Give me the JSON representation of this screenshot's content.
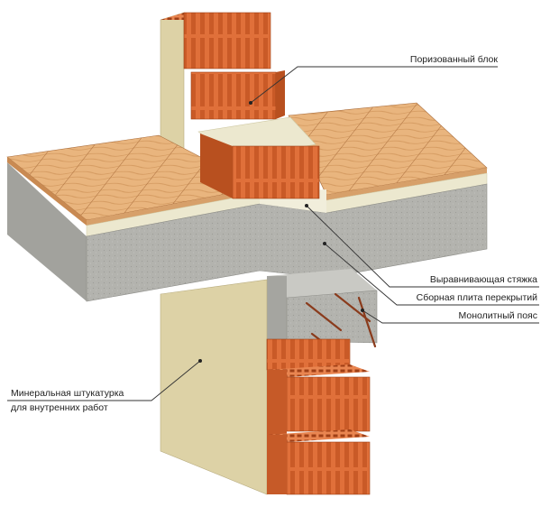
{
  "labels": {
    "porous_block": "Поризованный блок",
    "leveling_screed": "Выравнивающая стяжка",
    "precast_slab": "Сборная плита перекрытий",
    "monolithic_belt": "Монолитный пояс",
    "mineral_plaster_line1": "Минеральная штукатурка",
    "mineral_plaster_line2": "для внутренних работ"
  },
  "colors": {
    "brick": "#e0703a",
    "brick_dark": "#b24a1e",
    "wood": "#e9b57e",
    "wood_grain": "#c98a52",
    "concrete": "#b5b5b0",
    "plaster": "#ddd2a6",
    "screed": "#ece8cf",
    "leader": "#333333"
  }
}
